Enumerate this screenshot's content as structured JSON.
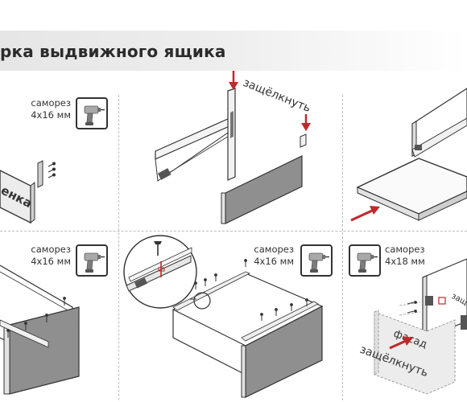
{
  "header": {
    "title": "рка выдвижного ящика"
  },
  "steps": [
    {
      "screw_label": "саморез",
      "screw_size": "4x16 мм",
      "panel_text": "енка"
    },
    {
      "action_text": "защёлкнуть"
    },
    {},
    {
      "screw_label": "саморез",
      "screw_size": "4x16 мм"
    },
    {
      "screw_label": "саморез",
      "screw_size": "4x16 мм"
    },
    {
      "screw_label": "саморез",
      "screw_size": "4x18 мм",
      "facade_label": "фасад",
      "action_text": "защёлкнуть",
      "side_text": "защ"
    }
  ],
  "colors": {
    "accent_arrow": "#c0292b",
    "line": "#333333",
    "panel_dark": "#8f8f8f",
    "panel_light": "#e2e2e2",
    "divider": "#bdbdbd"
  },
  "icons": [
    "screwdriver-icon",
    "screwdriver-icon",
    "screwdriver-icon",
    "screwdriver-icon"
  ]
}
